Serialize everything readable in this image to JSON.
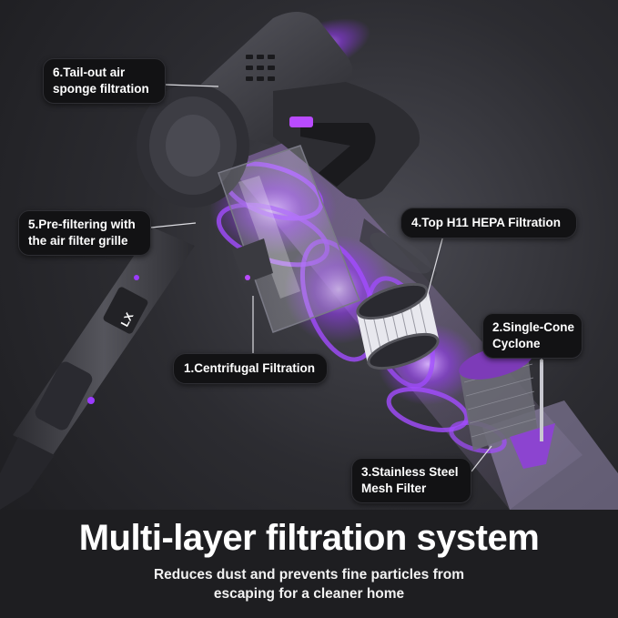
{
  "colors": {
    "accent": "#9b3bff",
    "glow": "#c48bff",
    "body": "#3a3a40",
    "label_bg": "#121214"
  },
  "callouts": {
    "tail_out": {
      "line1": "6.Tail-out air",
      "line2": "sponge filtration"
    },
    "pre_filter": {
      "line1": "5.Pre-filtering with",
      "line2": "the air filter grille"
    },
    "hepa": {
      "text": "4.Top H11 HEPA Filtration"
    },
    "cyclone": {
      "line1": "2.Single-Cone",
      "line2": "Cyclone"
    },
    "centrifugal": {
      "text": "1.Centrifugal Filtration"
    },
    "mesh": {
      "line1": "3.Stainless Steel",
      "line2": "Mesh Filter"
    }
  },
  "product": {
    "badge": "LX"
  },
  "headline": "Multi-layer filtration system",
  "subtitle": {
    "line1": "Reduces dust and prevents fine particles from",
    "line2": "escaping for a cleaner home"
  },
  "icons": [
    "vacuum-illustration",
    "airflow-glow",
    "filter-cartridge",
    "cyclone-cone",
    "mesh-filter"
  ]
}
